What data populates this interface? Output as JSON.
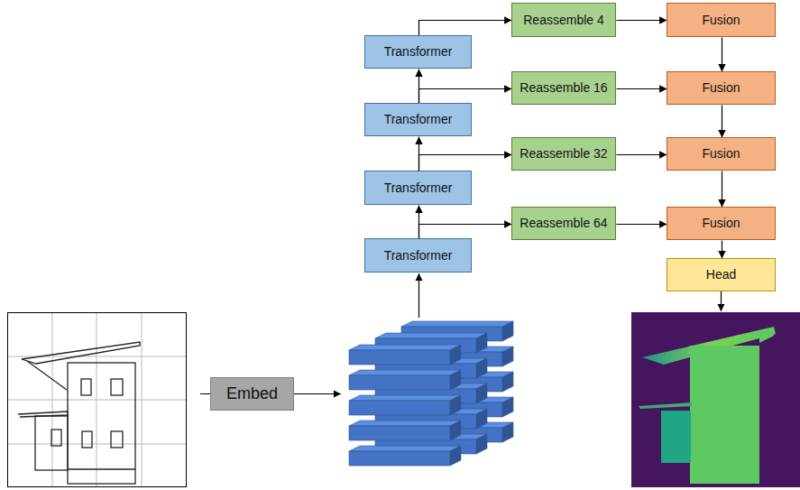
{
  "diagram": {
    "nodes": [
      {
        "text": [
          "Reassemble 4"
        ]
      },
      {
        "text": [
          "Fusion"
        ]
      },
      {
        "text": [
          "Transformer"
        ]
      },
      {
        "text": [
          "Reassemble 16"
        ]
      },
      {
        "text": [
          "Fusion"
        ]
      },
      {
        "text": [
          "Transformer"
        ]
      },
      {
        "text": [
          "Reassemble 32"
        ]
      },
      {
        "text": [
          "Fusion"
        ]
      },
      {
        "text": [
          "Transformer"
        ]
      },
      {
        "text": [
          "Reassemble 64"
        ]
      },
      {
        "text": [
          "Fusion"
        ]
      },
      {
        "text": [
          "Transformer"
        ]
      },
      {
        "text": [
          "Head"
        ]
      },
      {
        "text": [
          "Embed"
        ]
      }
    ],
    "edges": [
      {
        "from": 11,
        "to": 8,
        "arrow": "to"
      },
      {
        "from": 8,
        "to": 5,
        "arrow": "to"
      },
      {
        "from": 5,
        "to": 2,
        "arrow": "to"
      },
      {
        "from": 11,
        "to": 9,
        "arrow": "to"
      },
      {
        "from": 8,
        "to": 6,
        "arrow": "to"
      },
      {
        "from": 5,
        "to": 3,
        "arrow": "to"
      },
      {
        "from": 2,
        "to": 0,
        "arrow": "to"
      },
      {
        "from": 0,
        "to": 1,
        "arrow": "to"
      },
      {
        "from": 3,
        "to": 4,
        "arrow": "to"
      },
      {
        "from": 6,
        "to": 7,
        "arrow": "to"
      },
      {
        "from": 9,
        "to": 10,
        "arrow": "to"
      },
      {
        "from": 1,
        "to": 4,
        "arrow": "to"
      },
      {
        "from": 4,
        "to": 7,
        "arrow": "to"
      },
      {
        "from": 7,
        "to": 10,
        "arrow": "to"
      },
      {
        "from": 10,
        "to": 12,
        "arrow": "to"
      }
    ]
  }
}
